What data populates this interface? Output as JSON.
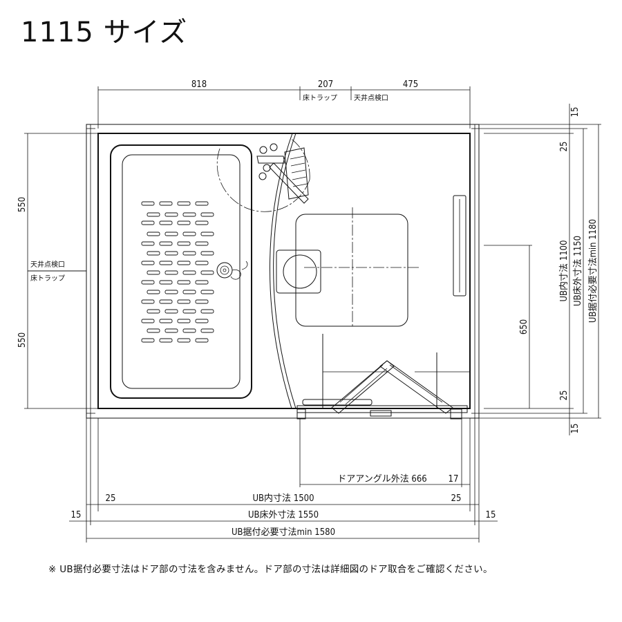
{
  "title": "1115 サイズ",
  "dimensions": {
    "top_818": "818",
    "top_207": "207",
    "top_475": "475",
    "left_550_top": "550",
    "left_550_bottom": "550",
    "right_650": "650",
    "right_25_top": "25",
    "right_25_bottom": "25",
    "right_15_top": "15",
    "right_15_bottom": "15",
    "ub_inner_v": "UB内寸法 1100",
    "ub_floor_outer_v": "UB床外寸法 1150",
    "ub_required_v": "UB据付必要寸法min 1180",
    "door_angle": "ドアアングル外法 666",
    "door_17": "17",
    "bottom_25_left": "25",
    "bottom_25_right": "25",
    "ub_inner_h": "UB内寸法 1500",
    "bottom_15_left": "15",
    "bottom_15_right": "15",
    "ub_floor_outer_h": "UB床外寸法 1550",
    "ub_required_h": "UB据付必要寸法min 1580"
  },
  "labels": {
    "floor_trap_top": "床トラップ",
    "ceiling_inspection_top": "天井点検口",
    "ceiling_inspection_left": "天井点検口",
    "floor_trap_left": "床トラップ"
  },
  "footnote": "※ UB据付必要寸法はドア部の寸法を含みません。ドア部の寸法は詳細図のドア取合をご確認ください。"
}
